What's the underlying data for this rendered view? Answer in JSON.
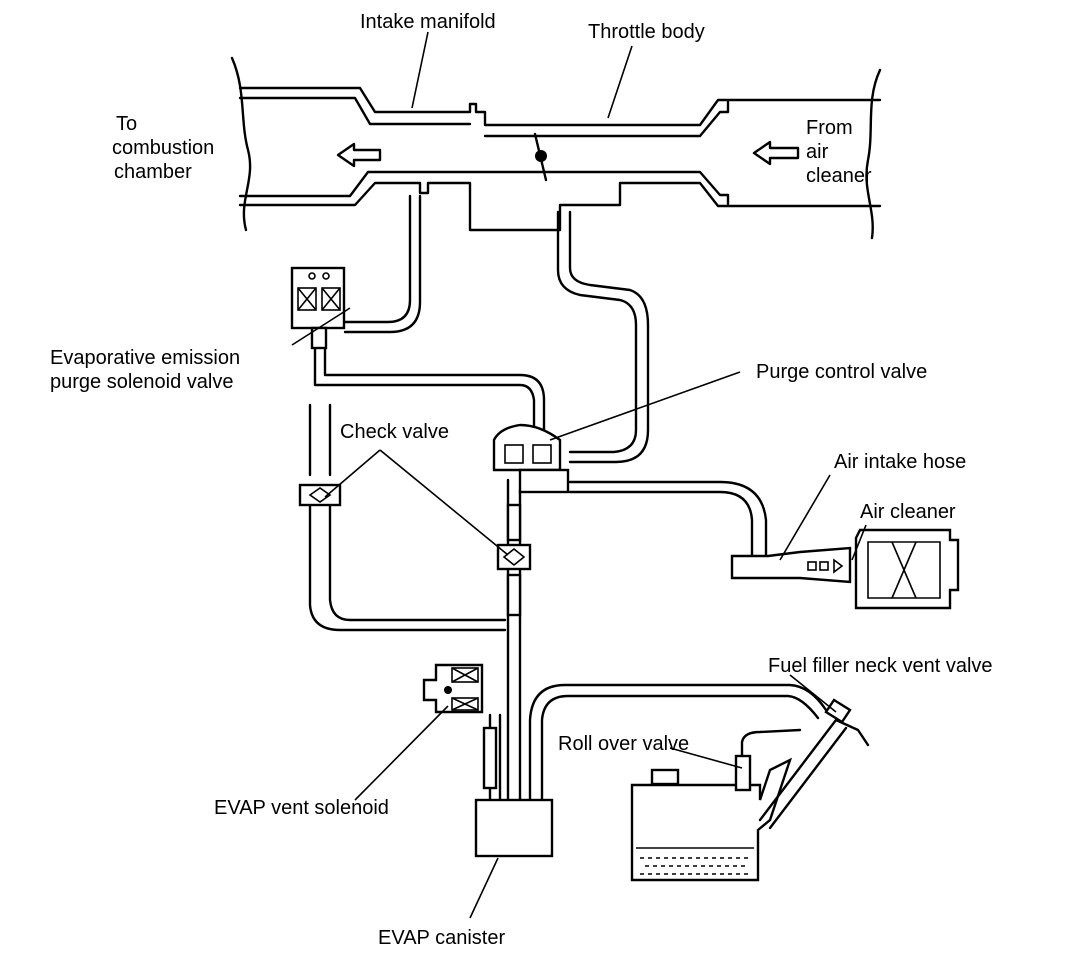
{
  "labels": {
    "intake_manifold": "Intake manifold",
    "throttle_body": "Throttle body",
    "to_combustion_1": "To",
    "to_combustion_2": "combustion",
    "to_combustion_3": "chamber",
    "from_air_1": "From",
    "from_air_2": "air",
    "from_air_3": "cleaner",
    "purge_solenoid_1": "Evaporative emission",
    "purge_solenoid_2": "purge solenoid valve",
    "purge_control_valve": "Purge control valve",
    "check_valve": "Check valve",
    "air_intake_hose": "Air intake hose",
    "air_cleaner": "Air cleaner",
    "fuel_filler_vent": "Fuel filler neck vent valve",
    "roll_over_valve": "Roll over valve",
    "evap_vent_solenoid": "EVAP vent solenoid",
    "evap_canister": "EVAP canister"
  },
  "colors": {
    "line": "#000000",
    "background": "#ffffff"
  }
}
